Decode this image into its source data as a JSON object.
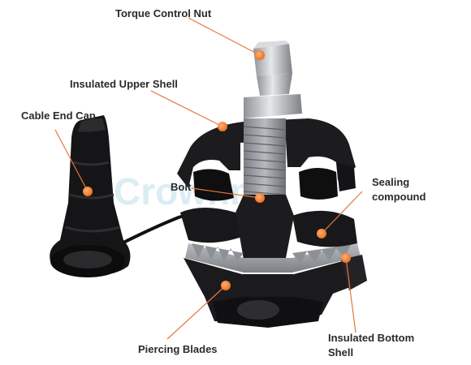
{
  "labels": {
    "torque_control_nut": "Torque Control Nut",
    "insulated_upper_shell": "Insulated Upper Shell",
    "cable_end_cap": "Cable End Cap",
    "bolt": "Bolt",
    "sealing_compound_line1": "Sealing",
    "sealing_compound_line2": "compound",
    "piercing_blades": "Piercing Blades",
    "insulated_bottom_shell_line1": "Insulated Bottom",
    "insulated_bottom_shell_line2": "Shell"
  },
  "watermark": "Crownm",
  "colors": {
    "leader_line": "#e8743b",
    "marker_dot": "#f07a2a",
    "body_black": "#1d1d1f",
    "metal": "#c9ccd0",
    "blade": "#9ea1a6"
  },
  "icons": {
    "marker": "orange-dot-icon"
  }
}
